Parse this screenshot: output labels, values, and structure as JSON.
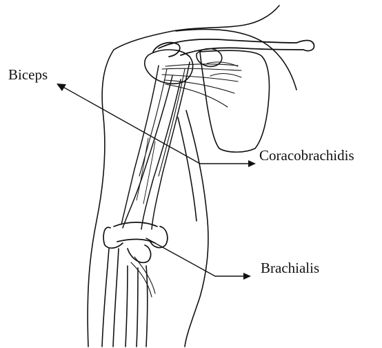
{
  "labels": {
    "biceps": "Biceps",
    "coracobrachialis": "Coracobrachidis",
    "brachialis": "Brachialis"
  },
  "colors": {
    "ink": "#111111",
    "background": "#ffffff"
  }
}
